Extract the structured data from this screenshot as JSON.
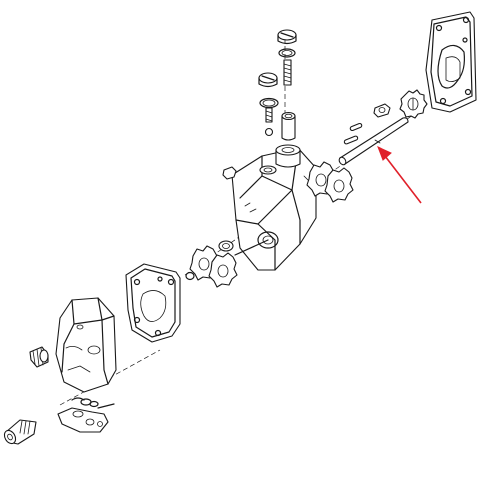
{
  "diagram": {
    "type": "exploded parts view",
    "parts": [
      "top-screw",
      "top-oring",
      "top-threaded-pin",
      "mid-screw",
      "mid-oring",
      "mid-threaded-pin",
      "small-ball",
      "sleeve",
      "rear-cover-plate",
      "rear-gear",
      "washer-rear",
      "pin-keys",
      "shaft",
      "pump-housing",
      "front-gear-pair",
      "rear-gear-pair",
      "washer-front",
      "front-gasket",
      "front-end-cover",
      "plug-screw",
      "seal-kit-plate",
      "banjo-bolt"
    ],
    "highlight": {
      "target": "shaft",
      "arrow_color": "#e0202a"
    }
  }
}
